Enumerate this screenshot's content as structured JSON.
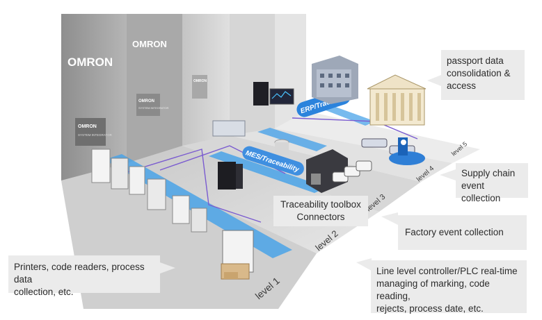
{
  "brand": {
    "logo_text": "OMRON",
    "panel_caption": "SYSTEM INTEGRATOR",
    "colors": {
      "floor_blue": "#4aa3e8",
      "violet_link": "#7a5bd0",
      "panel_gray": "#9a9a9a",
      "callout_bg": "#ebebeb"
    }
  },
  "levels": [
    {
      "id": "level-1",
      "label": "level 1"
    },
    {
      "id": "level-2",
      "label": "level 2"
    },
    {
      "id": "level-3",
      "label": "level 3"
    },
    {
      "id": "level-4",
      "label": "level 4"
    },
    {
      "id": "level-5",
      "label": "level 5"
    }
  ],
  "badges": {
    "mes": "MES/Traceability",
    "erp": "ERP/Traceability"
  },
  "callouts": {
    "passport": {
      "line1": "passport data",
      "line2": "consolidation &",
      "line3": "access"
    },
    "supply": {
      "line1": "Supply chain",
      "line2": "event collection"
    },
    "toolbox": {
      "line1": "Traceability toolbox",
      "line2": "Connectors"
    },
    "factory": {
      "line1": "Factory event collection"
    },
    "printers": {
      "line1": "Printers, code readers, process data",
      "line2": "collection, etc."
    },
    "line_level": {
      "line1": "Line level controller/PLC real-time",
      "line2": "managing of  marking, code reading,",
      "line3": "rejects, process date, etc."
    }
  }
}
